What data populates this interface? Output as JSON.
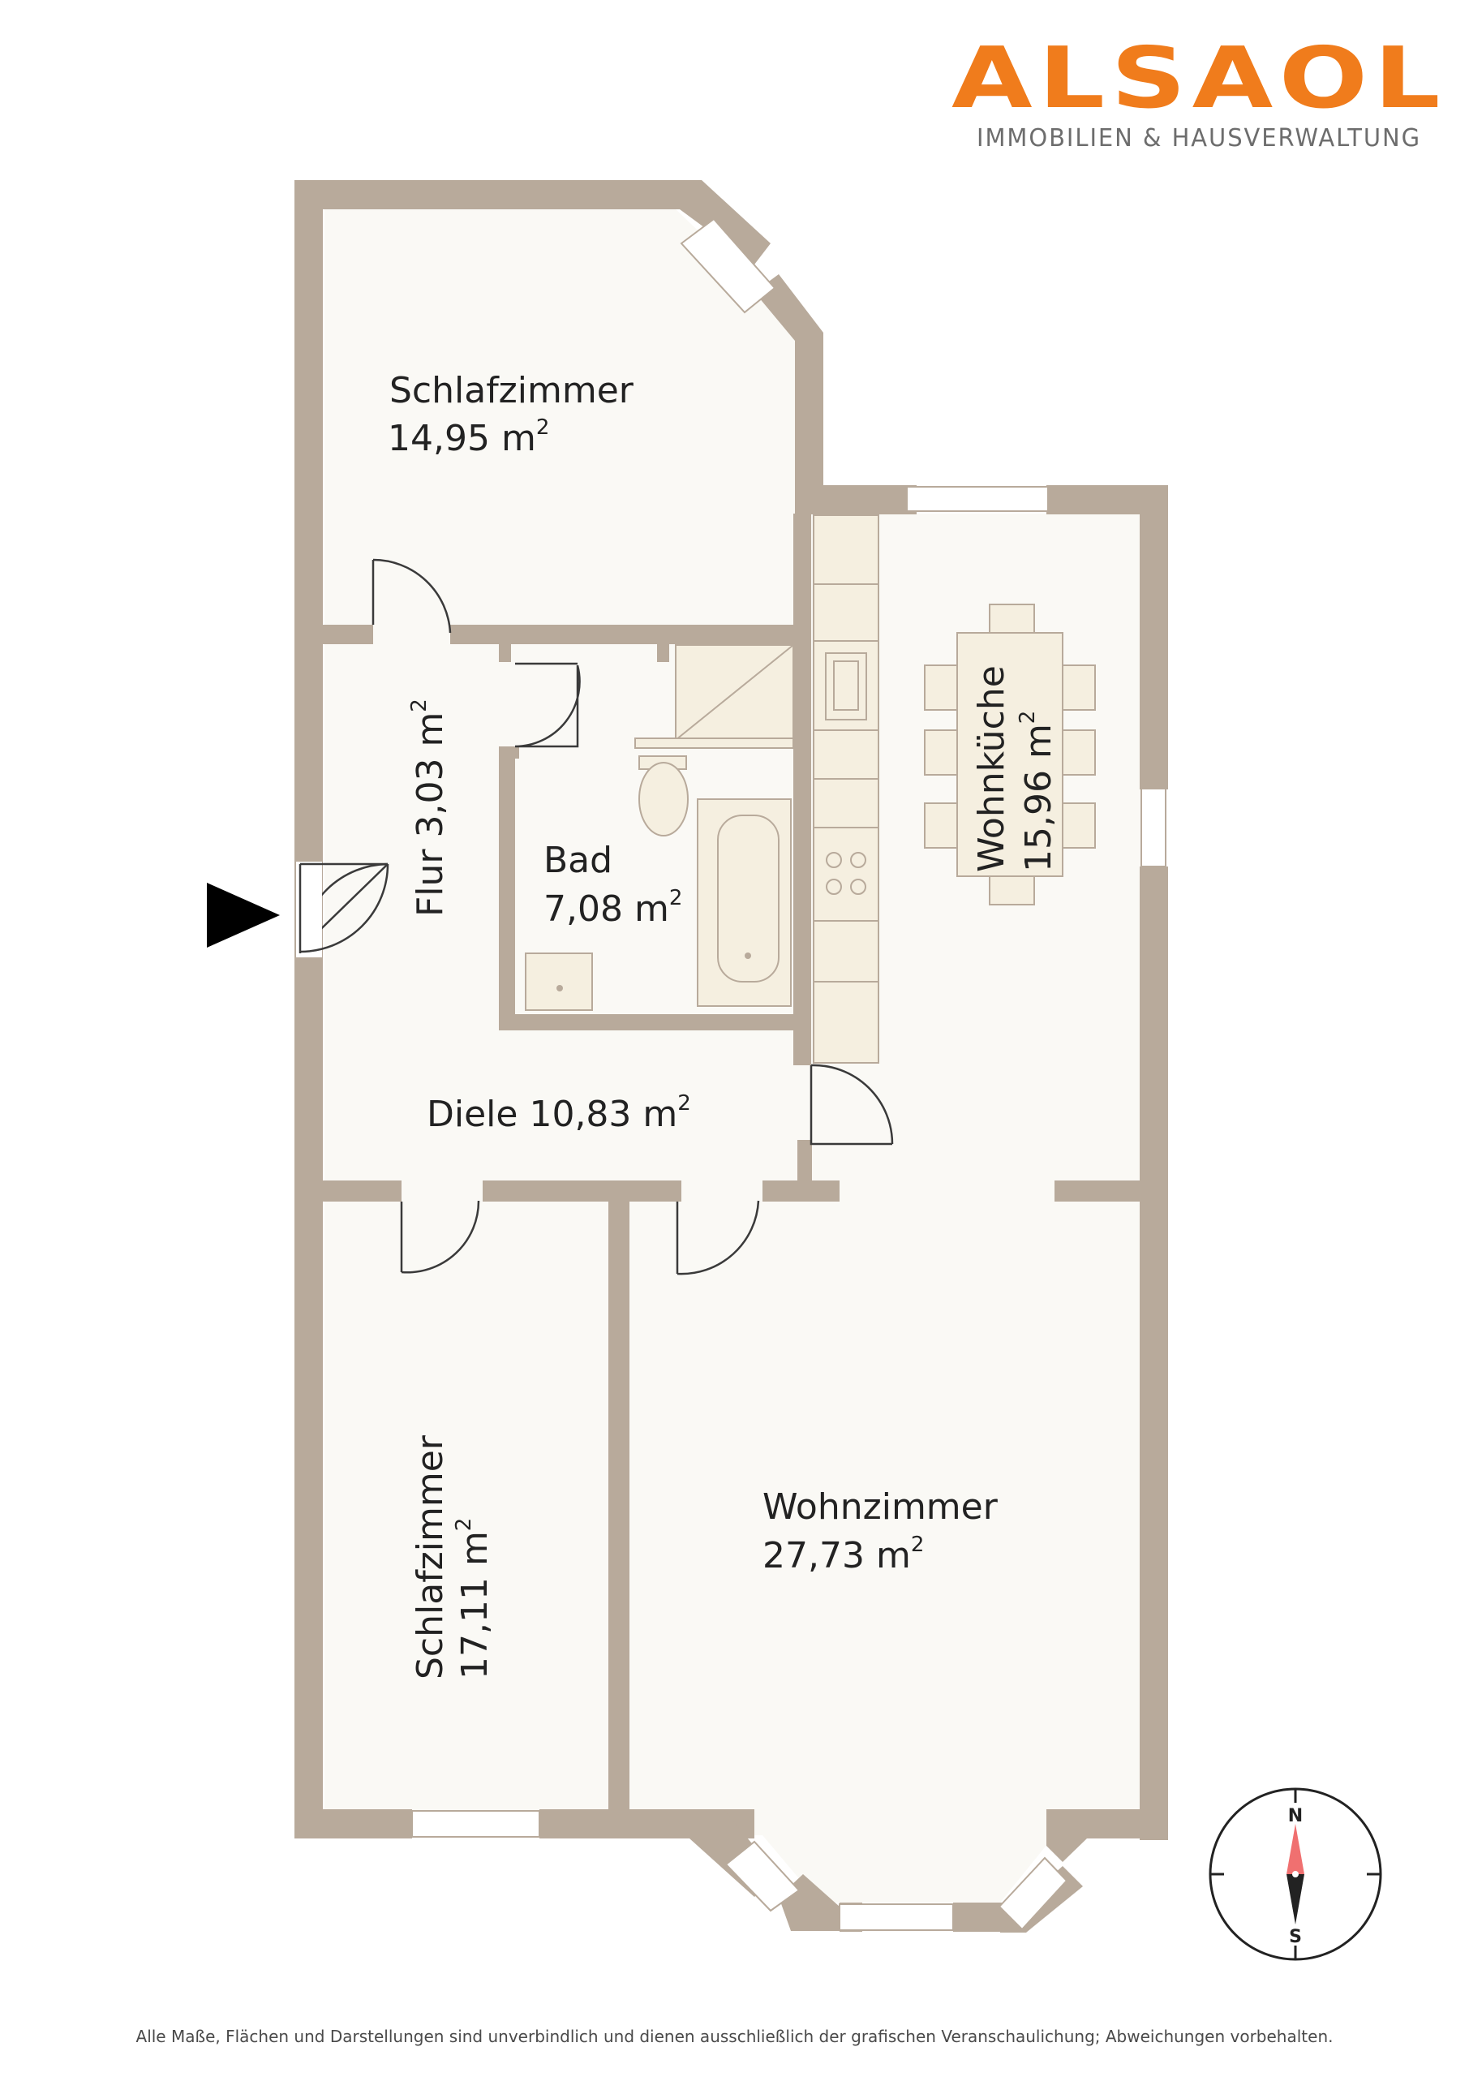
{
  "logo": {
    "brand": "ALSAOL",
    "subtitle": "IMMOBILIEN & HAUSVERWALTUNG",
    "brand_color": "#f07c1c",
    "subtitle_color": "#6d6d6d"
  },
  "rooms": [
    {
      "id": "schlafzimmer-1",
      "name": "Schlafzimmer",
      "area": "14,95 m"
    },
    {
      "id": "flur",
      "name": "Flur 3,03 m",
      "area": ""
    },
    {
      "id": "bad",
      "name": "Bad",
      "area": "7,08 m"
    },
    {
      "id": "wohnkueche",
      "name": "Wohnküche",
      "area": "15,96 m"
    },
    {
      "id": "diele",
      "name": "Diele 10,83 m",
      "area": ""
    },
    {
      "id": "schlafzimmer-2",
      "name": "Schlafzimmer",
      "area": "17,11 m"
    },
    {
      "id": "wohnzimmer",
      "name": "Wohnzimmer",
      "area": "27,73 m"
    }
  ],
  "area_superscript": "2",
  "compass": {
    "north": "N",
    "south": "S",
    "needle_color": "#f07070"
  },
  "colors": {
    "wall": "#b8aa9b",
    "floor": "#faf9f5",
    "window": "#ffffff",
    "fixture": "#f5efe0",
    "entrance_arrow": "#000000"
  },
  "disclaimer": "Alle Maße, Flächen und Darstellungen sind unverbindlich und dienen ausschließlich der grafischen Veranschaulichung; Abweichungen vorbehalten."
}
